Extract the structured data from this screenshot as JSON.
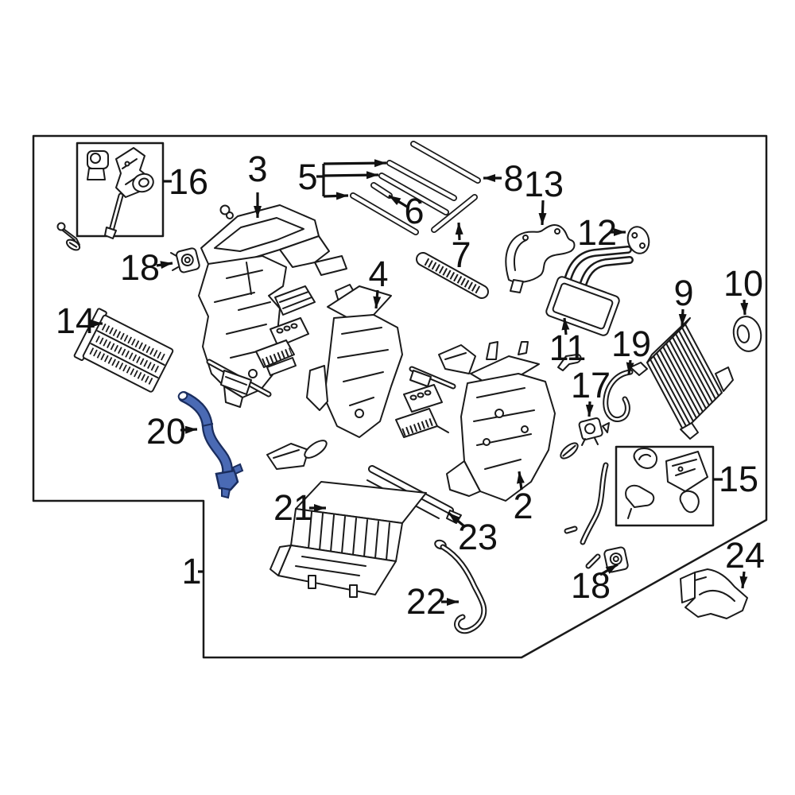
{
  "diagram": {
    "kind": "exploded-parts-diagram",
    "background_color": "#ffffff",
    "line_color": "#1a1a1a",
    "highlight_color": "#4a6ab4",
    "highlight_outline_color": "#1a2d5e",
    "highlighted_callout": "20",
    "callouts": [
      {
        "id": "c16",
        "label": "16"
      },
      {
        "id": "c3",
        "label": "3"
      },
      {
        "id": "c5",
        "label": "5"
      },
      {
        "id": "c6",
        "label": "6"
      },
      {
        "id": "c8",
        "label": "8"
      },
      {
        "id": "c7",
        "label": "7"
      },
      {
        "id": "c13",
        "label": "13"
      },
      {
        "id": "c12",
        "label": "12"
      },
      {
        "id": "c10",
        "label": "10"
      },
      {
        "id": "c9",
        "label": "9"
      },
      {
        "id": "c11",
        "label": "11"
      },
      {
        "id": "c19",
        "label": "19"
      },
      {
        "id": "c17",
        "label": "17"
      },
      {
        "id": "c4",
        "label": "4"
      },
      {
        "id": "c14",
        "label": "14"
      },
      {
        "id": "c18a",
        "label": "18"
      },
      {
        "id": "c20",
        "label": "20"
      },
      {
        "id": "c2",
        "label": "2"
      },
      {
        "id": "c15",
        "label": "15"
      },
      {
        "id": "c21",
        "label": "21"
      },
      {
        "id": "c23",
        "label": "23"
      },
      {
        "id": "c1",
        "label": "1"
      },
      {
        "id": "c22",
        "label": "22"
      },
      {
        "id": "c18b",
        "label": "18"
      },
      {
        "id": "c24",
        "label": "24"
      }
    ]
  }
}
